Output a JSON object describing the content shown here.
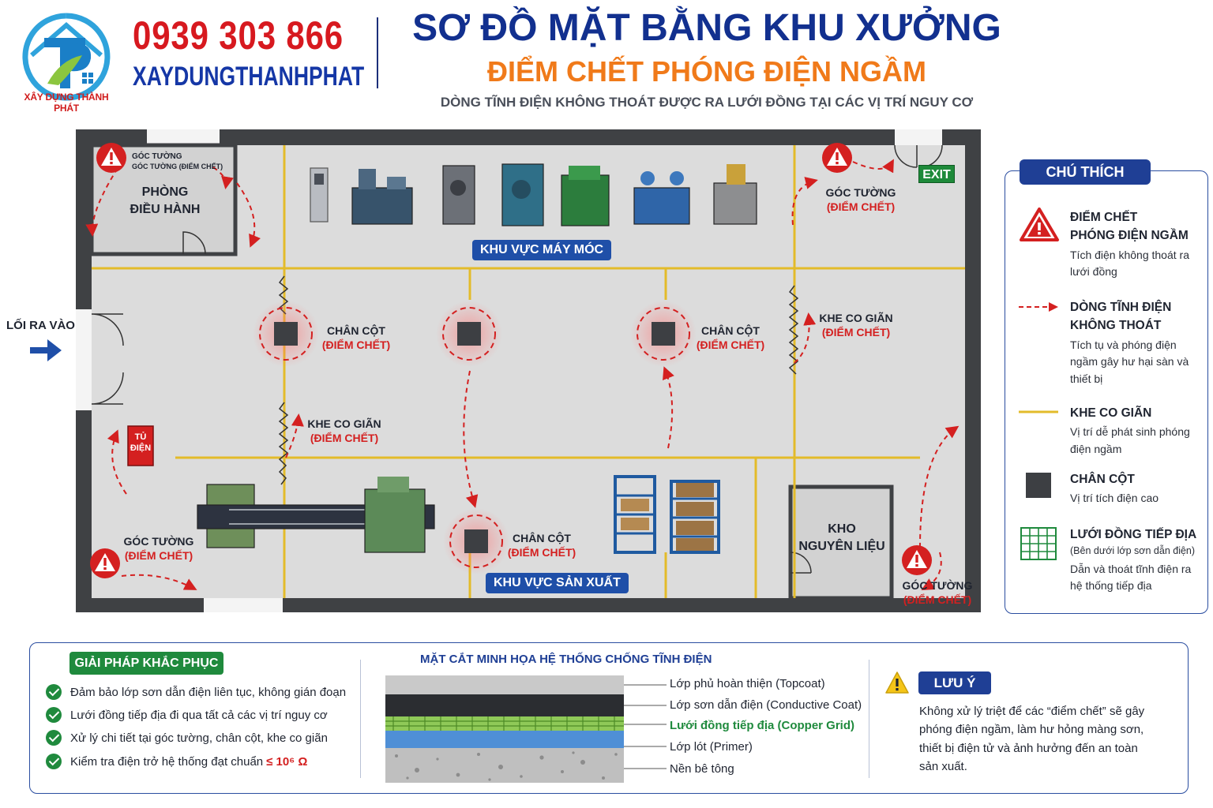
{
  "brand": {
    "phone": "0939 303 866",
    "site": "XAYDUNGTHANHPHAT",
    "logo_caption": "XÂY DỰNG THÀNH PHÁT",
    "logo_icon": "tp-house-logo"
  },
  "header": {
    "title": "SƠ ĐỒ MẶT BẰNG KHU XƯỞNG",
    "subtitle": "ĐIỂM CHẾT PHÓNG ĐIỆN NGẦM",
    "description": "DÒNG TĨNH ĐIỆN KHÔNG THOÁT ĐƯỢC RA LƯỚI ĐỒNG TẠI CÁC VỊ TRÍ NGUY CƠ"
  },
  "colors": {
    "danger_red": "#d42020",
    "navy": "#1f3f95",
    "orange": "#f07a1a",
    "joint_yellow": "#e3bb2a",
    "green": "#1f8a3d",
    "floor": "#dcdcdc",
    "wall": "#3f4144"
  },
  "plan": {
    "office": {
      "line1": "PHÒNG",
      "line2": "ĐIỀU HÀNH"
    },
    "office_corner": {
      "line1": "GÓC TƯỜNG",
      "line2": "GÓC TƯỜNG (ĐIỂM CHẾT)"
    },
    "entry": "LỐI RA VÀO",
    "exit": "EXIT",
    "zone_machines": "KHU VỰC MÁY MÓC",
    "zone_production": "KHU VỰC SẢN XUẤT",
    "warehouse": {
      "line1": "KHO",
      "line2": "NGUYÊN LIỆU"
    },
    "panel": {
      "line1": "TỦ",
      "line2": "ĐIỆN"
    },
    "dead_label": "(ĐIỂM CHẾT)",
    "corner_label": "GÓC TƯỜNG",
    "column_label": "CHÂN CỘT",
    "joint_label": "KHE CO GIÃN"
  },
  "legend": {
    "title": "CHÚ THÍCH",
    "items": [
      {
        "icon": "warning-triangle-icon",
        "heading_1": "ĐIỂM CHẾT",
        "heading_2": "PHÓNG ĐIỆN NGẦM",
        "desc": "Tích điện không thoát ra lưới đồng"
      },
      {
        "icon": "dashed-red-arrow-icon",
        "heading_1": "DÒNG TĨNH ĐIỆN",
        "heading_2": "KHÔNG THOÁT",
        "desc": "Tích tụ và phóng điện ngầm gây hư hại sàn và thiết bị"
      },
      {
        "icon": "yellow-line-icon",
        "heading_1": "KHE CO GIÃN",
        "heading_2": "",
        "desc": "Vị trí dễ phát sinh phóng điện ngầm"
      },
      {
        "icon": "column-square-icon",
        "heading_1": "CHÂN CỘT",
        "heading_2": "",
        "desc": "Vị trí tích điện cao"
      },
      {
        "icon": "copper-grid-icon",
        "heading_1": "LƯỚI ĐỒNG TIẾP ĐỊA",
        "heading_2": "(Bên dưới lớp sơn dẫn điện)",
        "desc": "Dẫn và thoát tĩnh điện ra hệ thống tiếp địa"
      }
    ]
  },
  "solutions": {
    "title": "GIẢI PHÁP KHẮC PHỤC",
    "items": [
      "Đảm bảo lớp sơn dẫn điện liên tục, không gián đoạn",
      "Lưới đồng tiếp địa đi qua tất cả các vị trí nguy cơ",
      "Xử lý chi tiết tại góc tường, chân cột, khe co giãn",
      "Kiểm tra điện trở hệ thống đạt chuẩn"
    ],
    "standard_value": "≤ 10⁶ Ω"
  },
  "cross_section": {
    "title": "MẶT CẮT MINH HỌA HỆ THỐNG CHỐNG TĨNH ĐIỆN",
    "layers": [
      {
        "label": "Lớp phủ hoàn thiện (Topcoat)",
        "color": "#c9c9c9"
      },
      {
        "label": "Lớp sơn dẫn điện (Conductive Coat)",
        "color": "#2b2d31"
      },
      {
        "label": "Lưới đồng tiếp địa (Copper Grid)",
        "color": "#6fb83a"
      },
      {
        "label": "Lớp lót (Primer)",
        "color": "#4f8fd6"
      },
      {
        "label": "Nền bê tông",
        "color": "#bfbfbf"
      }
    ]
  },
  "note": {
    "title": "LƯU Ý",
    "text": "Không xử lý triệt để các “điểm chết” sẽ gây phóng điện ngầm, làm hư hỏng màng sơn, thiết bị điện tử và ảnh hưởng đến an toàn sản xuất."
  }
}
